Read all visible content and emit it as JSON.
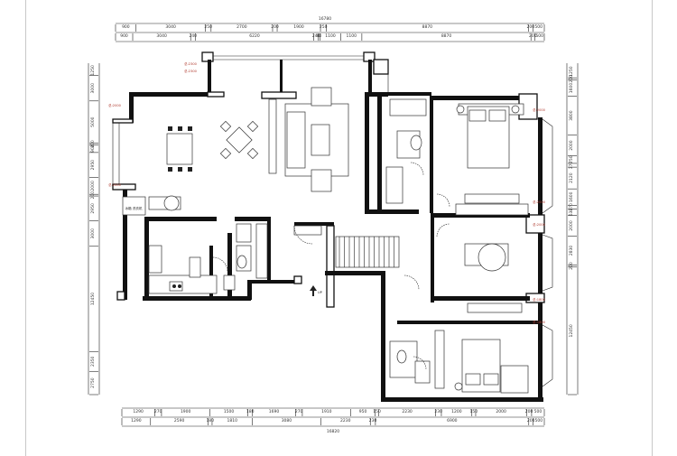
{
  "dimensions": {
    "top_total": "16780",
    "top_row1": [
      "900",
      "3040",
      "250",
      "2700",
      "200",
      "1900",
      "250",
      "8870",
      "200",
      "500"
    ],
    "top_row2": [
      "900",
      "3040",
      "240",
      "6220",
      "240",
      "80",
      "1100",
      "1100",
      "8870",
      "200",
      "500"
    ],
    "bottom_row1": [
      "1290",
      "270",
      "1900",
      "1500",
      "180",
      "1690",
      "270",
      "1910",
      "950",
      "150",
      "2230",
      "230",
      "1200",
      "150",
      "2000",
      "200",
      "500"
    ],
    "bottom_row2": [
      "1290",
      "2590",
      "180",
      "1810",
      "3080",
      "2230",
      "230",
      "6900",
      "200",
      "500"
    ],
    "bottom_total": "16820",
    "left_col": [
      "1250",
      "3000",
      "5000",
      "200",
      "900",
      "2950",
      "2000",
      "200",
      "2950",
      "3000",
      "12450",
      "2350",
      "2750"
    ],
    "right_col": [
      "1250",
      "200",
      "1600",
      "3800",
      "2000",
      "750",
      "370",
      "2120",
      "1600",
      "370",
      "630",
      "2000",
      "2830",
      "200",
      "12450"
    ]
  },
  "annotations": {
    "top_note_a": "总:2300",
    "top_note_b": "总:2300",
    "room_notes": [
      "总:2000",
      "总:2000",
      "总:2000",
      "总:2000",
      "总:1800",
      "总:1800",
      "总:2000"
    ],
    "up_arrow": "UP",
    "fridge_label": "冰箱 洗衣机"
  }
}
